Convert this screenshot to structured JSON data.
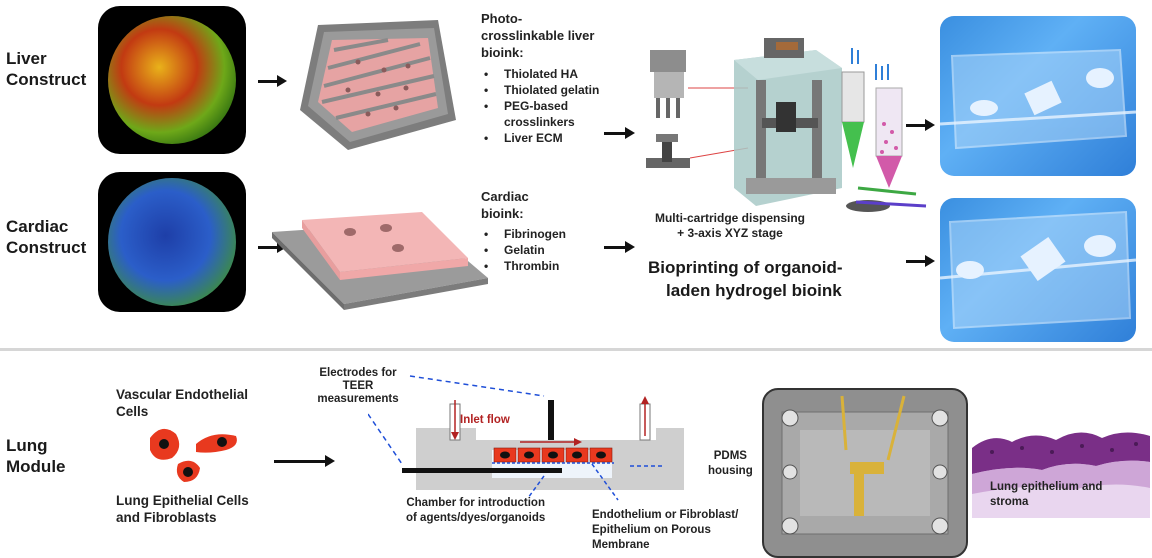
{
  "liver": {
    "title_lines": [
      "Liver",
      "Construct"
    ],
    "bioink_title_lines": [
      "Photo-",
      "crosslinkable liver",
      "bioink:"
    ],
    "bioink_items": [
      "Thiolated HA",
      "Thiolated gelatin",
      "PEG-based",
      "crosslinkers",
      "Liver ECM"
    ]
  },
  "cardiac": {
    "title_lines": [
      "Cardiac",
      "Construct"
    ],
    "bioink_title_lines": [
      "Cardiac",
      "bioink:"
    ],
    "bioink_items": [
      "Fibrinogen",
      "Gelatin",
      "Thrombin"
    ]
  },
  "printer": {
    "caption_lines": [
      "Multi-cartridge dispensing",
      "+ 3-axis XYZ stage"
    ],
    "heading_lines": [
      "Bioprinting of organoid-",
      "laden hydrogel bioink"
    ]
  },
  "lung": {
    "title_lines": [
      "Lung",
      "Module"
    ],
    "cells_top_lines": [
      "Vascular Endothelial",
      "Cells"
    ],
    "cells_bottom_lines": [
      "Lung Epithelial Cells",
      "and Fibroblasts"
    ],
    "electrodes_lines": [
      "Electrodes for",
      "TEER",
      "measurements"
    ],
    "inlet_flow": "Inlet flow",
    "pdms_lines": [
      "PDMS",
      "housing"
    ],
    "chamber_lines": [
      "Chamber for introduction",
      "of agents/dyes/organoids"
    ],
    "membrane_lines": [
      "Endothelium or Fibroblast/",
      "Epithelium on Porous",
      "Membrane"
    ],
    "histology_lines": [
      "Lung epithelium and",
      "stroma"
    ]
  },
  "colors": {
    "accent_red": "#e8391f",
    "flow_red": "#b22222",
    "dashed_blue": "#1f4fd8",
    "chip_blue": "#3a8fe0"
  }
}
